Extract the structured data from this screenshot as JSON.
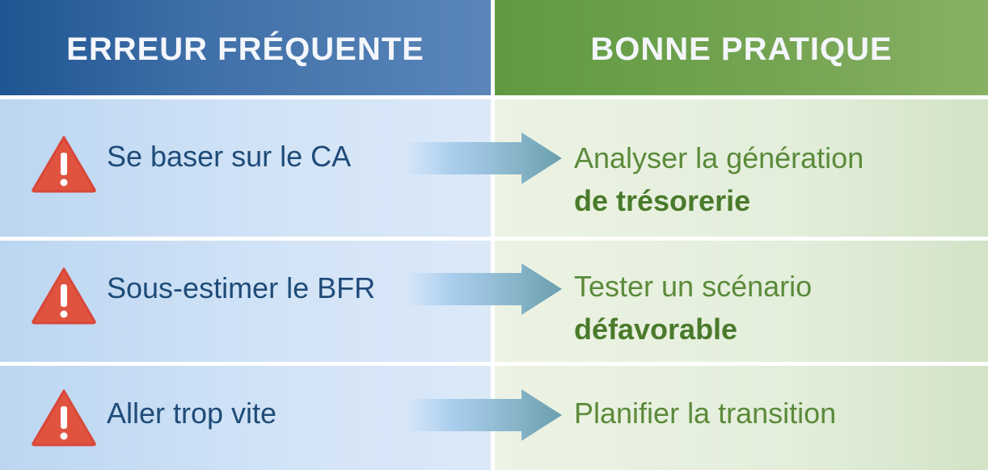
{
  "headers": {
    "left": "ERREUR FRÉQUENTE",
    "right": "BONNE PRATIQUE"
  },
  "rows": [
    {
      "mistake": "Se baser sur le CA",
      "practice_line1": "Analyser la génération",
      "practice_line2": "de trésorerie"
    },
    {
      "mistake": "Sous-estimer le BFR",
      "practice_line1": "Tester un scénario",
      "practice_line2": "défavorable"
    },
    {
      "mistake": "Aller trop vite",
      "practice_line1": "Planifier la transition",
      "practice_line2": ""
    }
  ],
  "colors": {
    "header_left": "#3f6fa8",
    "header_right": "#76a553",
    "warning": "#e0533f",
    "arrow": "#6fa3b8"
  }
}
